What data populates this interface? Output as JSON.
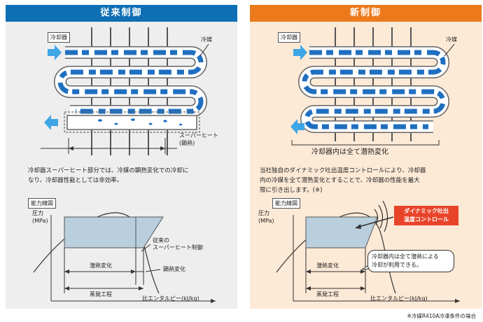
{
  "left": {
    "title": "従来制御",
    "cooler_label": "冷却器",
    "refrigerant_label": "冷媒",
    "superheat_label_1": "スーパーヒート",
    "superheat_label_2": "(顕熱)",
    "desc_line1": "冷却器スーパーヒート部分では、冷媒の顕熱変化での冷却に",
    "desc_line2": "なり、冷却器性能としては非効率。",
    "chart_title": "能力線図",
    "y_label_1": "圧力",
    "y_label_2": "(MPa)",
    "x_label": "比エンタルピー(kJ/kg)",
    "latent_label": "潜熱変化",
    "sensible_label": "顕熱変化",
    "evap_label": "蒸発工程",
    "annot_1": "従来の",
    "annot_2": "スーパーヒート制御"
  },
  "right": {
    "title": "新制御",
    "cooler_label": "冷却器",
    "refrigerant_label": "冷媒",
    "caption": "冷却器内は全て潜熱変化",
    "desc_line1": "当社独自のダイナミック吐出温度コントロールにより、冷却器",
    "desc_line2": "内の冷媒を全て潜熱変化とすることで、冷却器の性能を最大",
    "desc_line3": "限に引き出します。(※)",
    "chart_title": "能力線図",
    "y_label_1": "圧力",
    "y_label_2": "(MPa)",
    "x_label": "比エンタルピー(kJ/kg)",
    "latent_label": "潜熱変化",
    "evap_label": "蒸発工程",
    "dynamic_1": "ダイナミック吐出",
    "dynamic_2": "温度コントロール",
    "bubble_1": "冷却器内は全て潜熱による",
    "bubble_2": "冷却が利用できる。"
  },
  "footnote": "※冷媒R410A冷凍条件の場合",
  "colors": {
    "blue_header": "#0e6fb5",
    "orange_header": "#ec7a1b",
    "refrigerant": "#1f6fc0",
    "arrow": "#3fa6e6",
    "region": "#b9cfdd",
    "red_box": "#e8442a"
  }
}
